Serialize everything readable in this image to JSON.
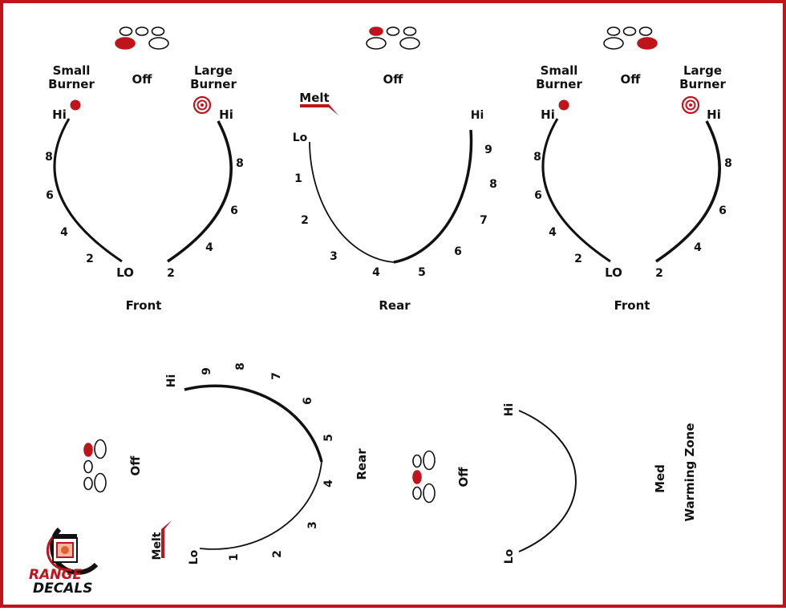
{
  "colors": {
    "accent": "#c0141c",
    "ink": "#111111",
    "background": "#ffffff"
  },
  "knobs": {
    "front_left": {
      "off": "Off",
      "small_burner": [
        "Small",
        "Burner"
      ],
      "large_burner": [
        "Large",
        "Burner"
      ],
      "hi_left": "Hi",
      "hi_right": "Hi",
      "lo": "LO",
      "left_scale": [
        "8",
        "6",
        "4",
        "2"
      ],
      "right_scale": [
        "8",
        "6",
        "4",
        "2"
      ],
      "position": "Front"
    },
    "rear_left": {
      "off": "Off",
      "melt": "Melt",
      "lo": "Lo",
      "hi": "Hi",
      "scale": [
        "1",
        "2",
        "3",
        "4",
        "5",
        "6",
        "7",
        "8",
        "9"
      ],
      "position": "Rear"
    },
    "front_right": {
      "off": "Off",
      "small_burner": [
        "Small",
        "Burner"
      ],
      "large_burner": [
        "Large",
        "Burner"
      ],
      "hi_left": "Hi",
      "hi_right": "Hi",
      "lo": "LO",
      "left_scale": [
        "8",
        "6",
        "4",
        "2"
      ],
      "right_scale": [
        "8",
        "6",
        "4",
        "2"
      ],
      "position": "Front"
    },
    "rear_right": {
      "off": "Off",
      "melt": "Melt",
      "lo": "Lo",
      "hi": "Hi",
      "scale": [
        "1",
        "2",
        "3",
        "4",
        "5",
        "6",
        "7",
        "8",
        "9"
      ],
      "position": "Rear"
    },
    "warming_zone": {
      "off": "Off",
      "hi": "Hi",
      "lo": "Lo",
      "med": "Med",
      "title": "Warming Zone"
    }
  },
  "logo": {
    "line1": "RANGE",
    "line2": "DECALS"
  }
}
